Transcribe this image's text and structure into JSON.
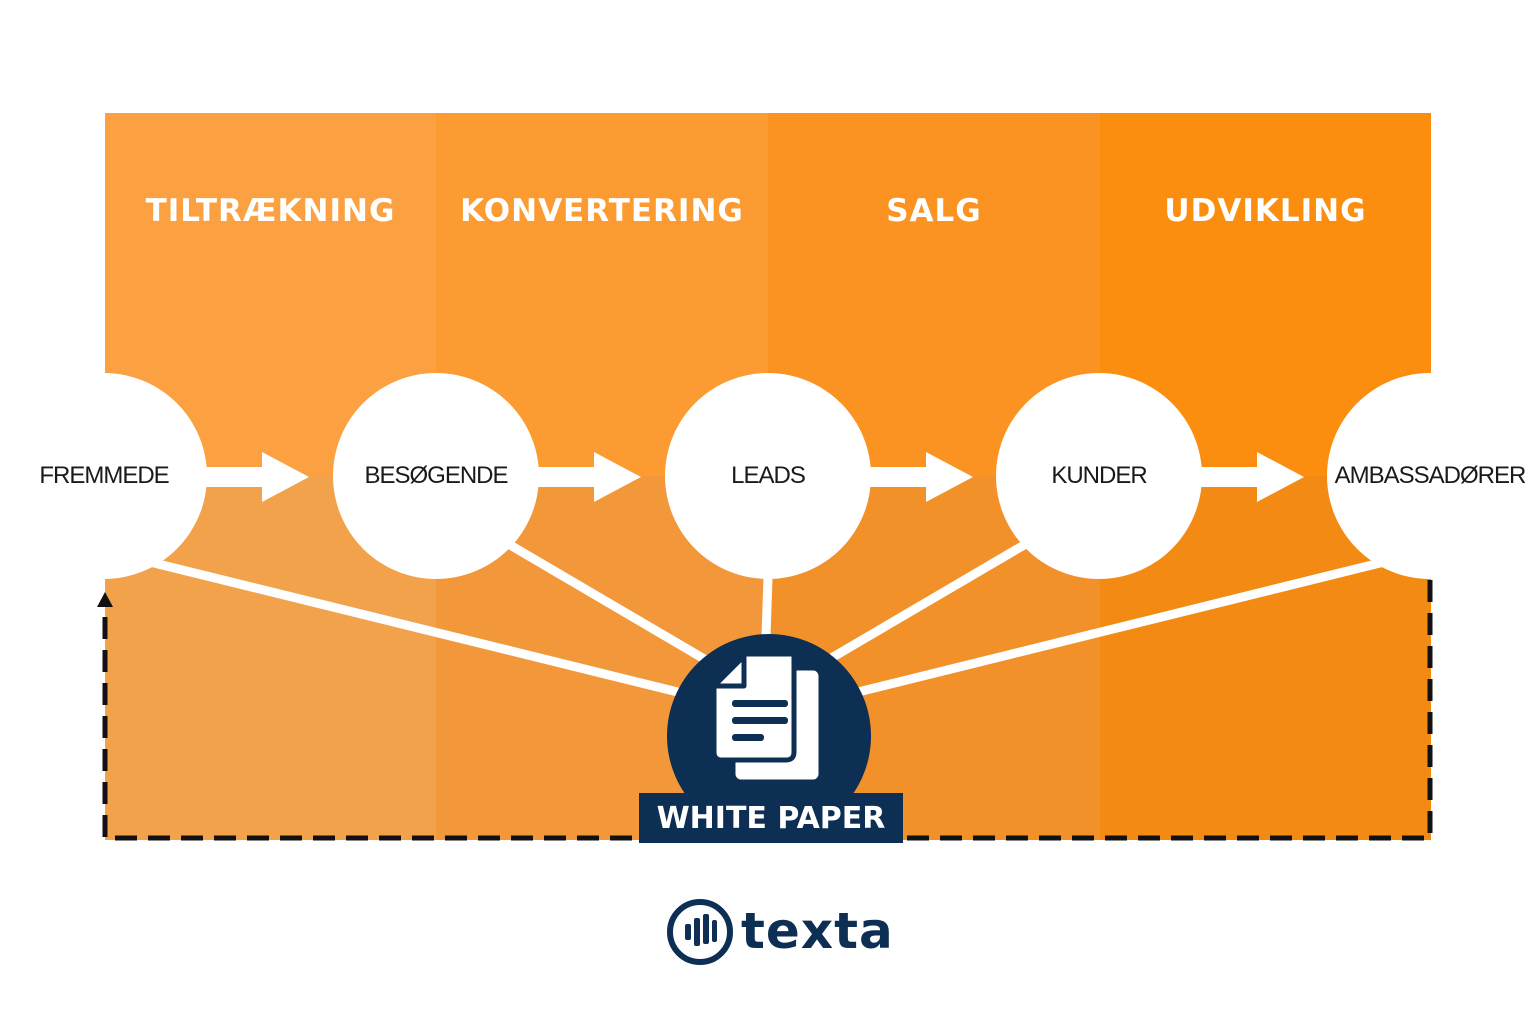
{
  "stages": [
    {
      "title": "TILTRÆKNING",
      "color_top": "#fba142",
      "color_bottom": "#f2a24b"
    },
    {
      "title": "KONVERTERING",
      "color_top": "#fb9b32",
      "color_bottom": "#f2983b"
    },
    {
      "title": "SALG",
      "color_top": "#fb9322",
      "color_bottom": "#f2902a"
    },
    {
      "title": "UDVIKLING",
      "color_top": "#fb8e0f",
      "color_bottom": "#f28a14"
    }
  ],
  "nodes": [
    {
      "label": "FREMMEDE"
    },
    {
      "label": "BESØGENDE"
    },
    {
      "label": "LEADS"
    },
    {
      "label": "KUNDER"
    },
    {
      "label": "AMBASSADØRER"
    }
  ],
  "center": {
    "label": "WHITE PAPER",
    "icon": "document-icon"
  },
  "logo": {
    "text": "texta",
    "icon": "texta-logo-icon"
  },
  "colors": {
    "navy": "#0d2f53",
    "white": "#ffffff",
    "loop": "#111111"
  }
}
